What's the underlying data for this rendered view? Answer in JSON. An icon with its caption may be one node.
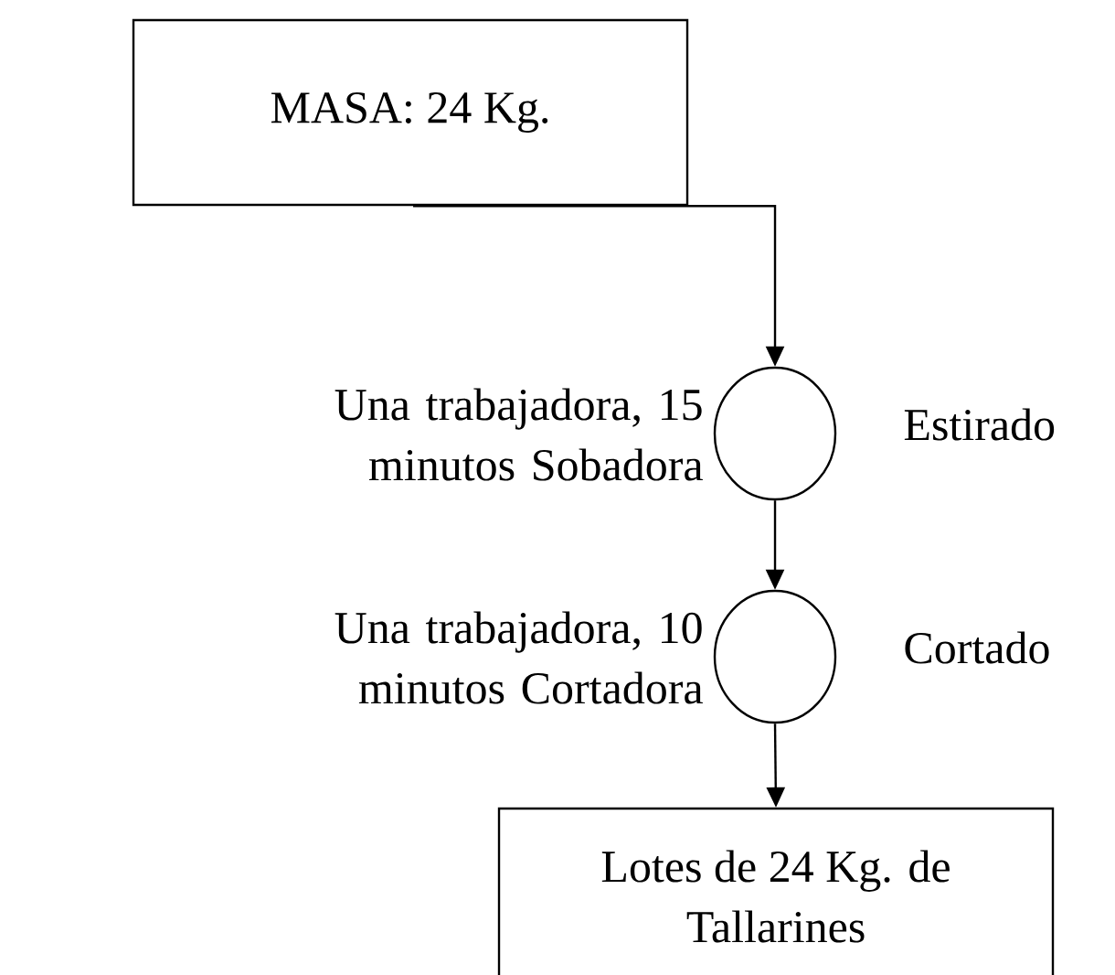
{
  "diagram": {
    "nodes": [
      {
        "text": [
          "MASA: 24 Kg."
        ]
      },
      {
        "text": [],
        "shape": "circle",
        "beside": [
          "Una trabajadora, 15 minutos Sobadora",
          "Estirado"
        ]
      },
      {
        "text": [],
        "shape": "circle",
        "beside": [
          "Una trabajadora, 10 minutos Cortadora",
          "Cortado"
        ]
      },
      {
        "text": [
          "Lotes de 24 Kg. de Tallarines"
        ]
      }
    ],
    "edges": [
      {
        "from": 0,
        "to": 1,
        "arrow": "to"
      },
      {
        "from": 1,
        "to": 2,
        "arrow": "to"
      },
      {
        "from": 2,
        "to": 3,
        "arrow": "to"
      }
    ]
  }
}
